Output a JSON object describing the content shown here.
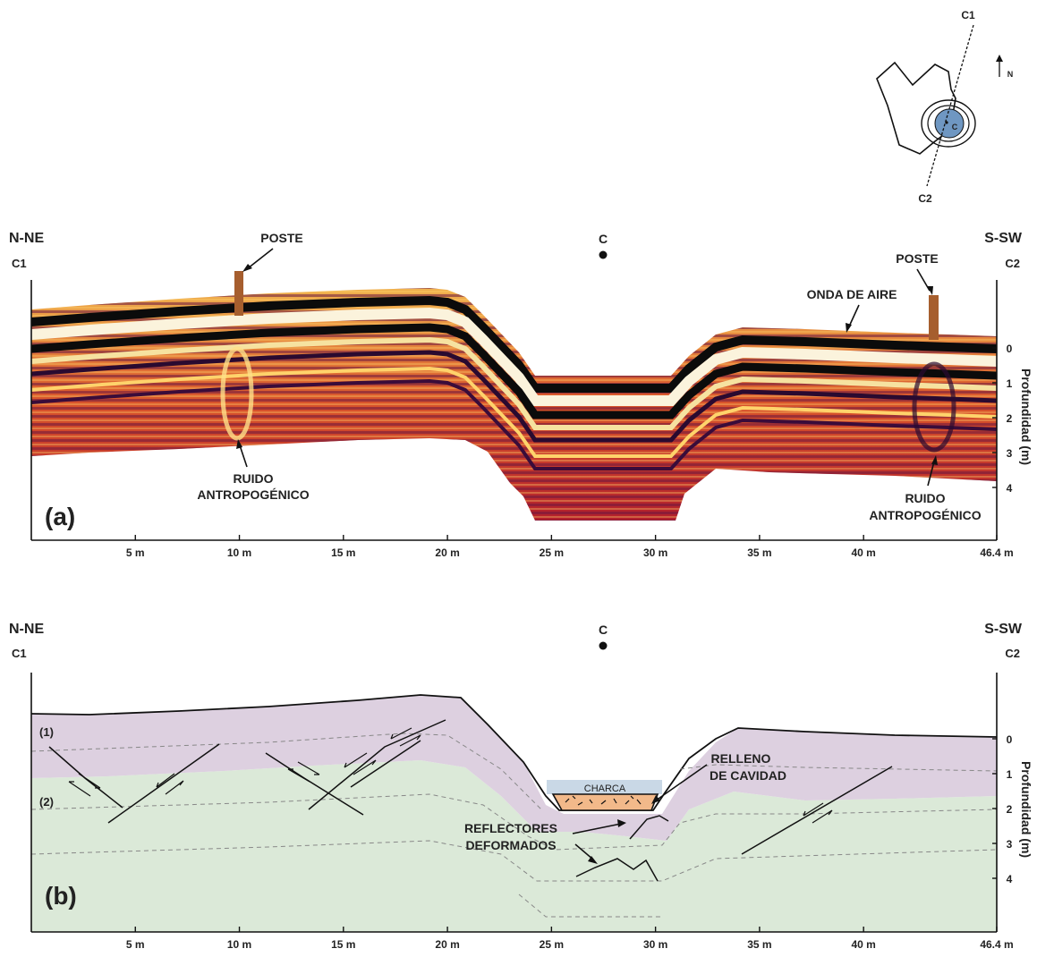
{
  "location_map": {
    "profile_start": "C1",
    "profile_end": "C2",
    "center": "C",
    "north": "N"
  },
  "panel_a": {
    "panel_label": "(a)",
    "left_direction": "N-NE",
    "left_end": "C1",
    "right_direction": "S-SW",
    "right_end": "C2",
    "center_marker": "C",
    "annotations": {
      "pole_left": "POSTE",
      "pole_right": "POSTE",
      "air_wave": "ONDA DE AIRE",
      "noise_left_1": "RUIDO",
      "noise_left_2": "ANTROPOGÉNICO",
      "noise_right_1": "RUIDO",
      "noise_right_2": "ANTROPOGÉNICO"
    },
    "depth_axis_label": "Profundidad (m)",
    "depth_ticks": [
      "0",
      "1",
      "2",
      "3",
      "4"
    ],
    "distance_ticks": [
      "5 m",
      "10 m",
      "15 m",
      "20 m",
      "25 m",
      "30 m",
      "35 m",
      "40 m",
      "46.4 m"
    ]
  },
  "panel_b": {
    "panel_label": "(b)",
    "left_direction": "N-NE",
    "left_end": "C1",
    "right_direction": "S-SW",
    "right_end": "C2",
    "center_marker": "C",
    "unit_1": "(1)",
    "unit_2": "(2)",
    "annotations": {
      "pond": "CHARCA",
      "fill_1": "RELLENO",
      "fill_2": "DE CAVIDAD",
      "reflectors_1": "REFLECTORES",
      "reflectors_2": "DEFORMADOS"
    },
    "depth_axis_label": "Profundidad (m)",
    "depth_ticks": [
      "0",
      "1",
      "2",
      "3",
      "4"
    ],
    "distance_ticks": [
      "5 m",
      "10 m",
      "15 m",
      "20 m",
      "25 m",
      "30 m",
      "35 m",
      "40 m",
      "46.4 m"
    ]
  },
  "colors": {
    "unit_1": "#ddd0e0",
    "unit_2": "#dbe9d8",
    "pond": "#c9d8e6",
    "cavity_fill": "#f2b98a",
    "pole": "#a65e2e",
    "center_ring": "#6f97c2"
  }
}
